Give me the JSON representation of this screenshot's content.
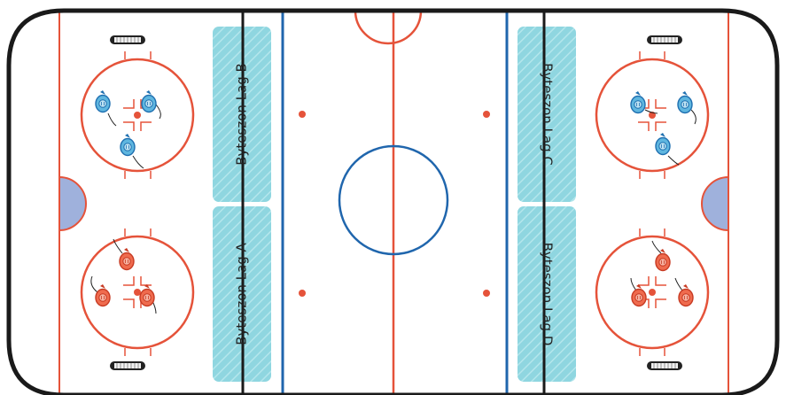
{
  "zones": {
    "b": {
      "label": "Byteszon Lag B"
    },
    "a": {
      "label": "Byteszon Lag A"
    },
    "c": {
      "label": "Byteszon Lag C"
    },
    "d": {
      "label": "Byteszon Lag D"
    }
  },
  "colors": {
    "boards": "#1a1a1a",
    "red_line": "#e5533a",
    "blue_line": "#2066ad",
    "crease": "#9fb1dc",
    "zone_fill": "#8fd6e0",
    "player_blue": "#5fb6df",
    "player_red": "#ef6b4e"
  }
}
